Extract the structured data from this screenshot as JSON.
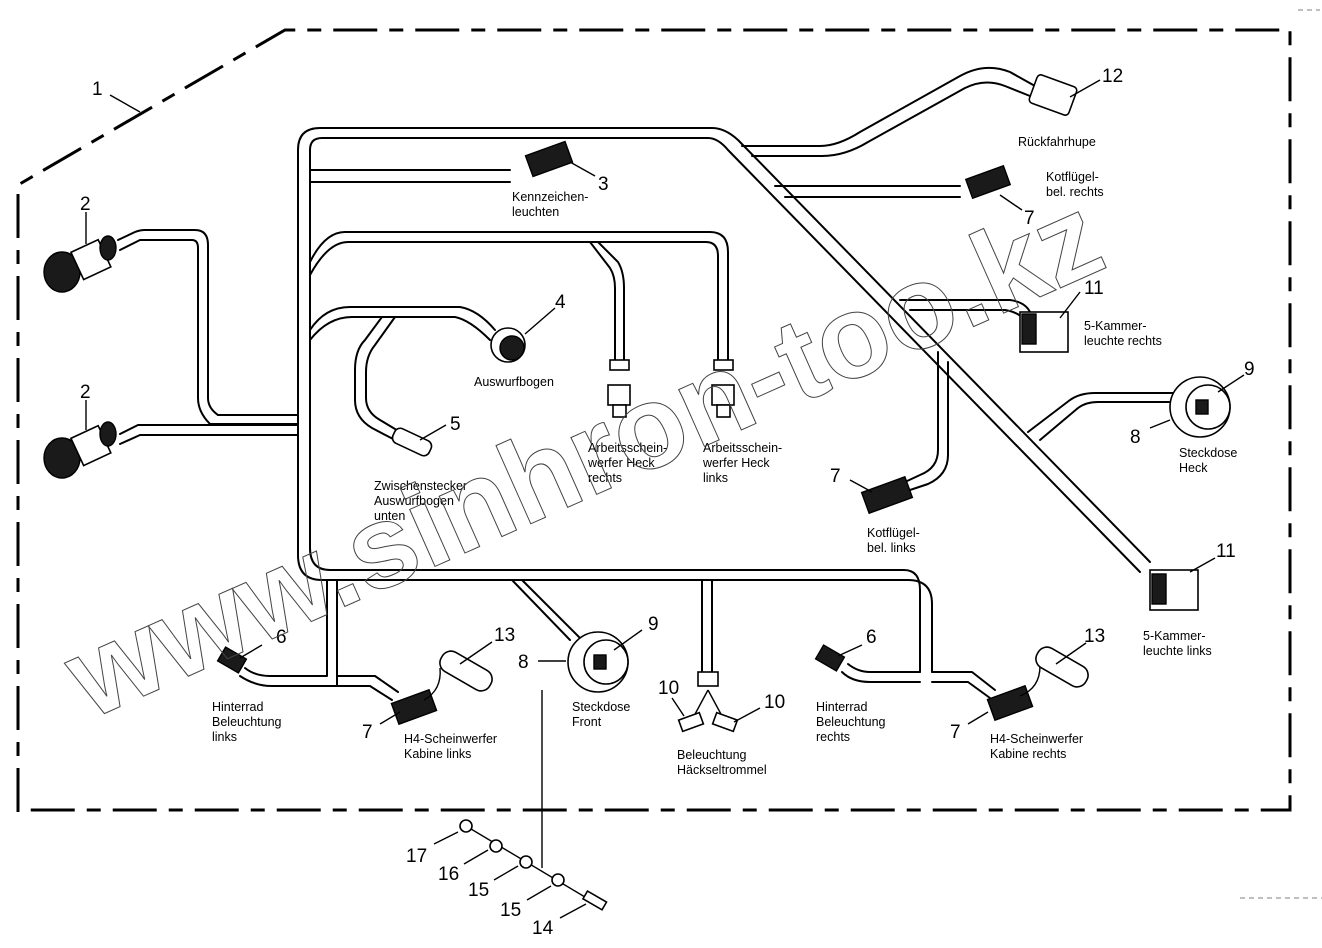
{
  "diagram": {
    "kind": "wiring-harness-exploded-view",
    "assembly_callout": "1",
    "watermark": "www.sinhron-too.kz",
    "parts": [
      {
        "callout": "2",
        "label_lines": [],
        "name": "round-multipin-connector-top"
      },
      {
        "callout": "2",
        "label_lines": [],
        "name": "round-multipin-connector-bottom"
      },
      {
        "callout": "3",
        "label_lines": [
          "Kennzeichen-",
          "leuchten"
        ]
      },
      {
        "callout": "4",
        "label_lines": [
          "Auswurfbogen"
        ]
      },
      {
        "callout": "5",
        "label_lines": [
          "Zwischenstecker",
          "Auswurfbogen",
          "unten"
        ]
      },
      {
        "callout": "",
        "label_lines": [
          "Arbeitsschein-",
          "werfer Heck",
          "rechts"
        ]
      },
      {
        "callout": "",
        "label_lines": [
          "Arbeitsschein-",
          "werfer Heck",
          "links"
        ]
      },
      {
        "callout": "12",
        "label_lines": [
          "Rückfahrhupe"
        ]
      },
      {
        "callout": "7",
        "label_lines": [
          "Kotflügel-",
          "bel. rechts"
        ]
      },
      {
        "callout": "11",
        "label_lines": [
          "5-Kammer-",
          "leuchte rechts"
        ]
      },
      {
        "callout": "9",
        "label_lines": []
      },
      {
        "callout": "8",
        "label_lines": [
          "Steckdose",
          "Heck"
        ]
      },
      {
        "callout": "7",
        "label_lines": [
          "Kotflügel-",
          "bel. links"
        ]
      },
      {
        "callout": "11",
        "label_lines": [
          "5-Kammer-",
          "leuchte links"
        ]
      },
      {
        "callout": "6",
        "label_lines": [
          "Hinterrad",
          "Beleuchtung",
          "links"
        ]
      },
      {
        "callout": "13",
        "label_lines": []
      },
      {
        "callout": "7",
        "label_lines": [
          "H4-Scheinwerfer",
          "Kabine links"
        ]
      },
      {
        "callout": "9",
        "label_lines": []
      },
      {
        "callout": "8",
        "label_lines": [
          "Steckdose",
          "Front"
        ]
      },
      {
        "callout": "10",
        "label_lines": []
      },
      {
        "callout": "10",
        "label_lines": [
          "Beleuchtung",
          "Häckseltrommel"
        ]
      },
      {
        "callout": "6",
        "label_lines": [
          "Hinterrad",
          "Beleuchtung",
          "rechts"
        ]
      },
      {
        "callout": "13",
        "label_lines": []
      },
      {
        "callout": "7",
        "label_lines": [
          "H4-Scheinwerfer",
          "Kabine rechts"
        ]
      }
    ],
    "hardware": [
      {
        "callout": "17",
        "name": "nut"
      },
      {
        "callout": "16",
        "name": "lock-washer"
      },
      {
        "callout": "15",
        "name": "washer"
      },
      {
        "callout": "15",
        "name": "washer"
      },
      {
        "callout": "14",
        "name": "screw"
      }
    ]
  }
}
